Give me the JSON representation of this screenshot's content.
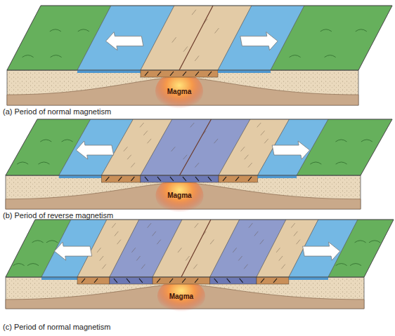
{
  "diagram": {
    "labels": [
      "Magma",
      "(a) Period of normal magnetism",
      "Magma",
      "(b) Period of reverse magnetism",
      "Magma",
      "(c) Period of normal magnetism"
    ]
  }
}
